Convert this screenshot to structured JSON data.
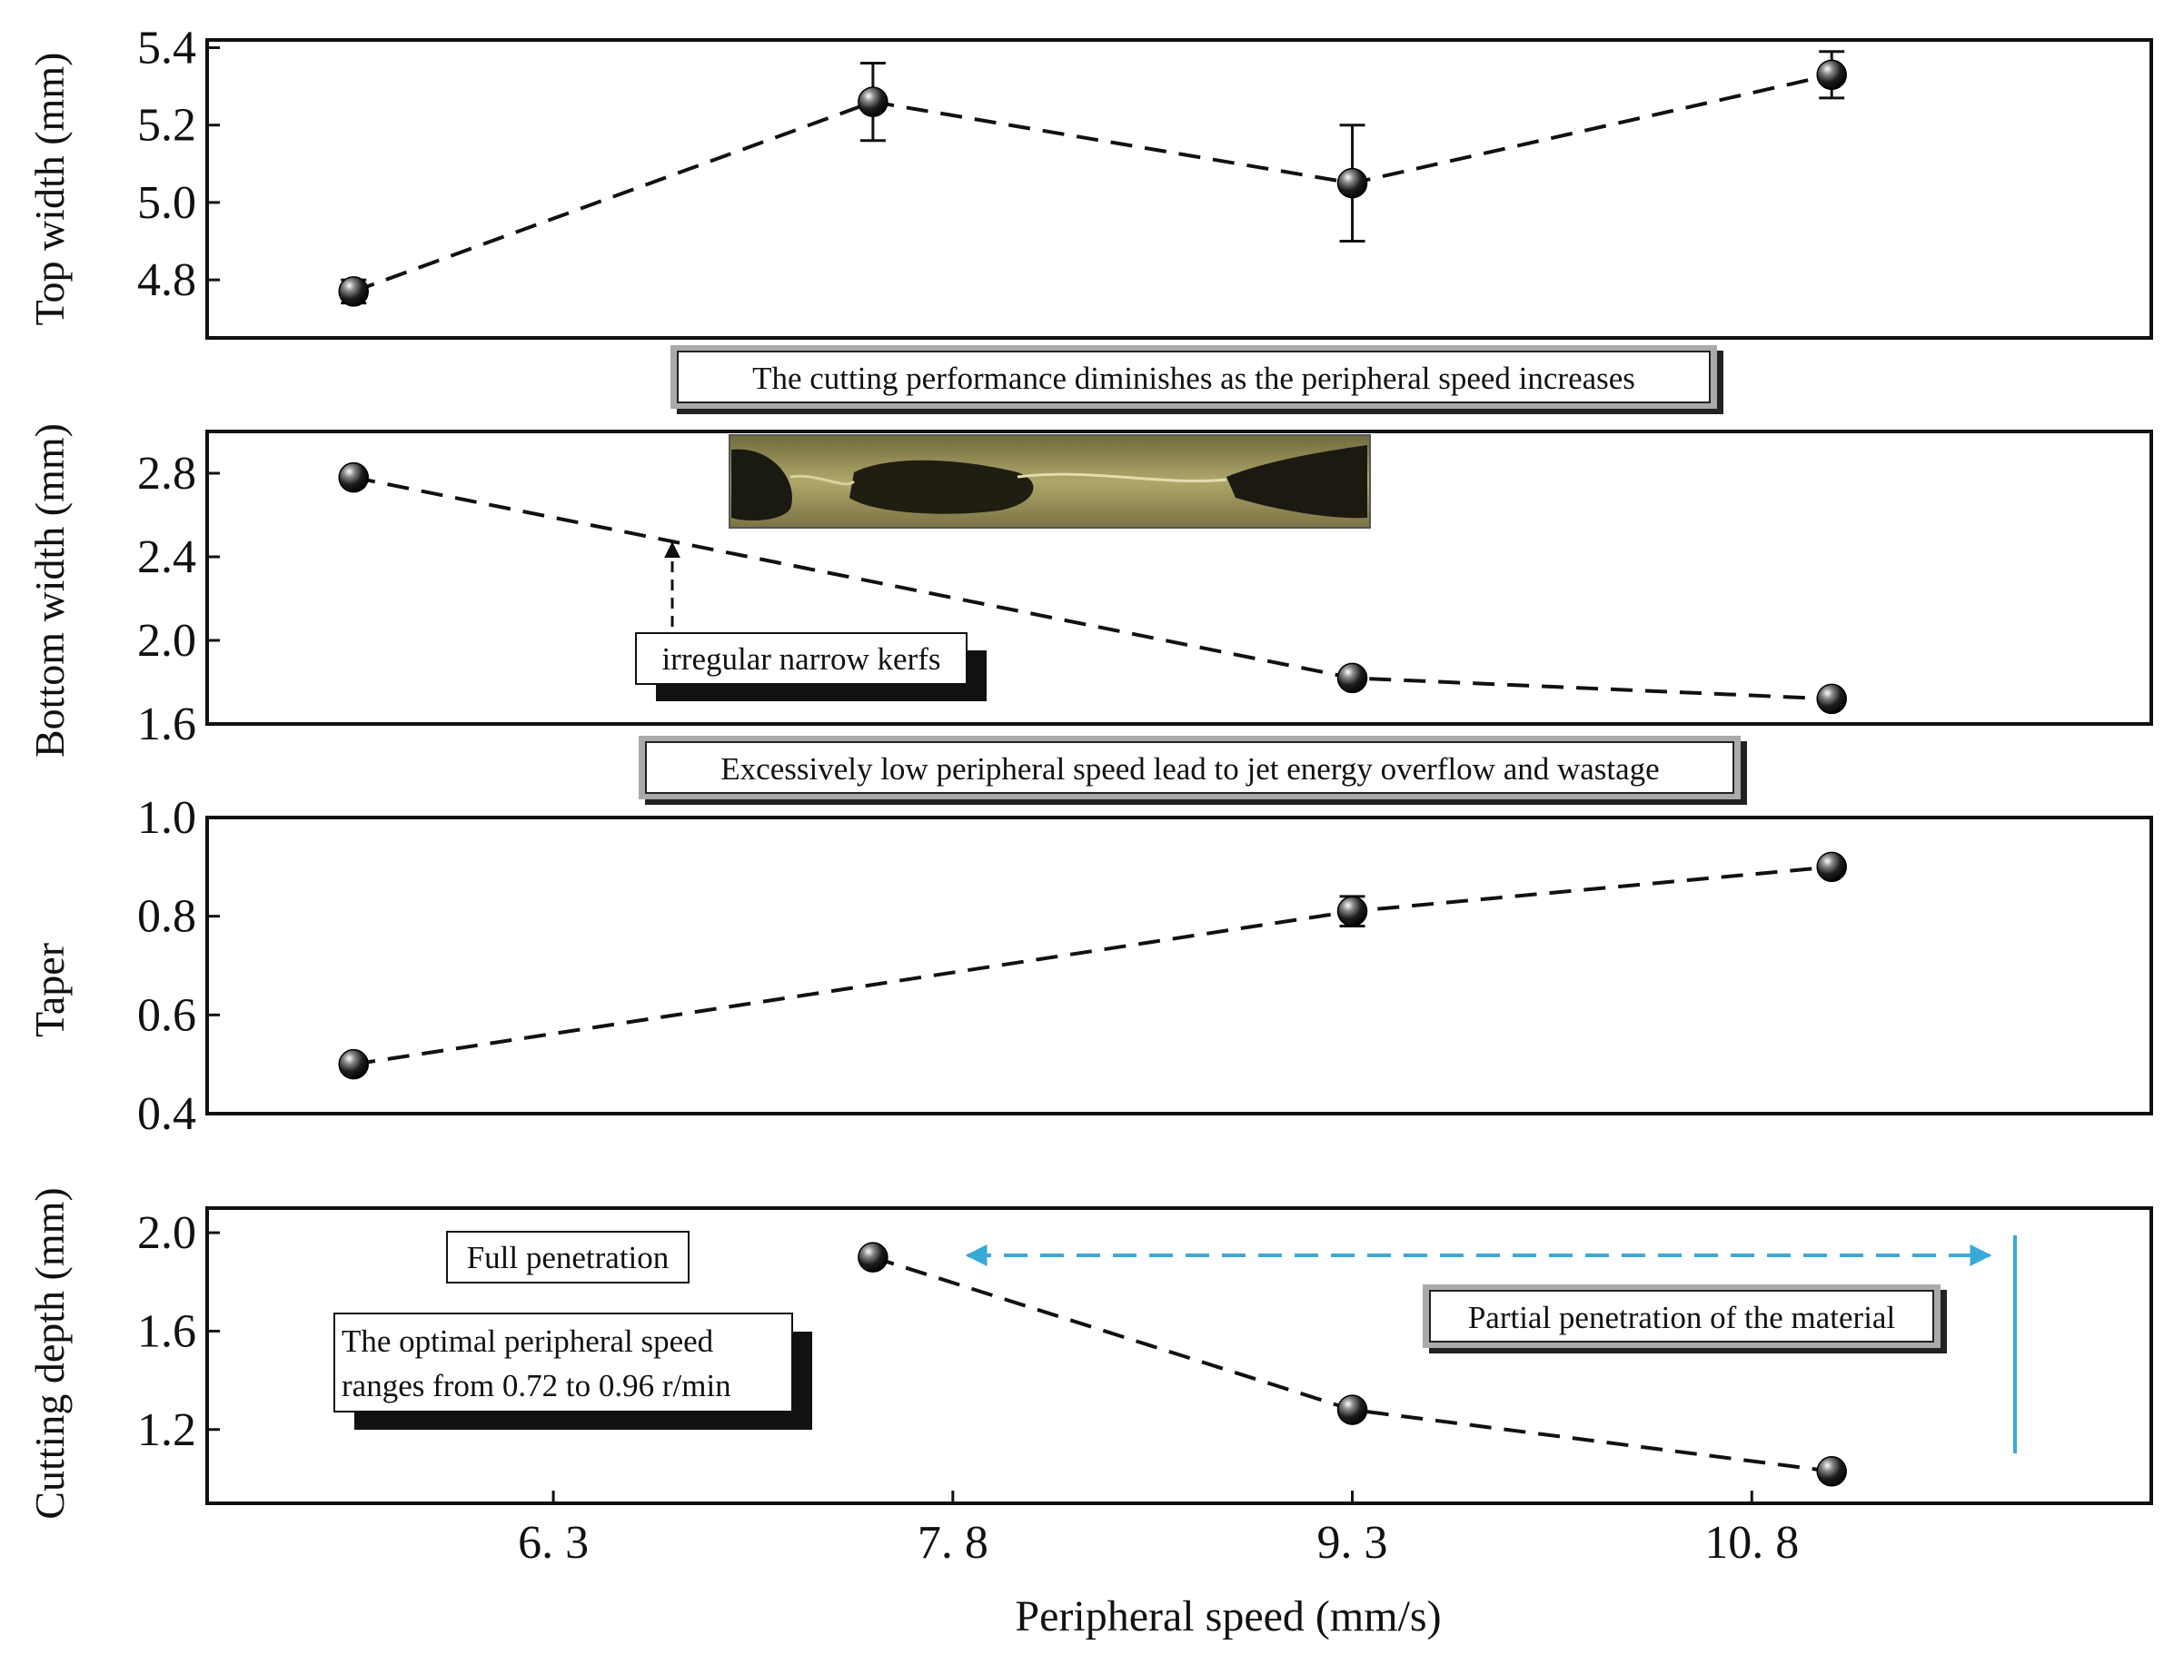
{
  "chart_data": [
    {
      "type": "line",
      "ylabel": "Top width (mm)",
      "xlim": [
        5.0,
        12.3
      ],
      "ylim": [
        4.65,
        5.42
      ],
      "yticks": [
        "4.8",
        "5.0",
        "5.2",
        "5.4"
      ],
      "x": [
        5.55,
        7.5,
        9.3,
        11.1
      ],
      "values": [
        4.77,
        5.26,
        5.05,
        5.33
      ],
      "error": [
        0.03,
        0.1,
        0.15,
        0.06
      ]
    },
    {
      "type": "line",
      "ylabel": "Bottom width (mm)",
      "xlim": [
        5.0,
        12.3
      ],
      "ylim": [
        1.6,
        3.0
      ],
      "yticks": [
        "1.6",
        "2.0",
        "2.4",
        "2.8"
      ],
      "x": [
        5.55,
        9.3,
        11.1
      ],
      "values": [
        2.78,
        1.82,
        1.72
      ],
      "error": [
        0,
        0,
        0
      ]
    },
    {
      "type": "line",
      "ylabel": "Taper",
      "xlim": [
        5.0,
        12.3
      ],
      "ylim": [
        0.4,
        1.0
      ],
      "yticks": [
        "0.4",
        "0.6",
        "0.8",
        "1.0"
      ],
      "x": [
        5.55,
        9.3,
        11.1
      ],
      "values": [
        0.5,
        0.81,
        0.9
      ],
      "error": [
        0,
        0.03,
        0
      ]
    },
    {
      "type": "line",
      "ylabel": "Cutting depth (mm)",
      "xlabel": "Peripheral speed (mm/s)",
      "xlim": [
        5.0,
        12.3
      ],
      "ylim": [
        0.9,
        2.1
      ],
      "yticks": [
        "1.2",
        "1.6",
        "2.0"
      ],
      "xticks": [
        "6. 3",
        "7. 8",
        "9. 3",
        "10. 8"
      ],
      "x": [
        7.5,
        9.3,
        11.1
      ],
      "values": [
        1.9,
        1.28,
        1.03
      ],
      "error": [
        0,
        0,
        0
      ]
    }
  ],
  "annotations": {
    "banner_top": "The cutting performance diminishes as the peripheral speed increases",
    "banner_middle": "Excessively low peripheral speed lead to jet energy overflow and wastage",
    "kerf_label": "irregular narrow kerfs",
    "full_penetration": "Full penetration",
    "optimal_line1": "The optimal peripheral speed",
    "optimal_line2": "ranges from 0.72 to 0.96 r/min",
    "partial_penetration": "Partial penetration of the material"
  },
  "colors": {
    "arrow": "#3aa9d8",
    "line": "#111111",
    "marker": "#111111",
    "kerf_photo_base": "#8a7a45"
  }
}
